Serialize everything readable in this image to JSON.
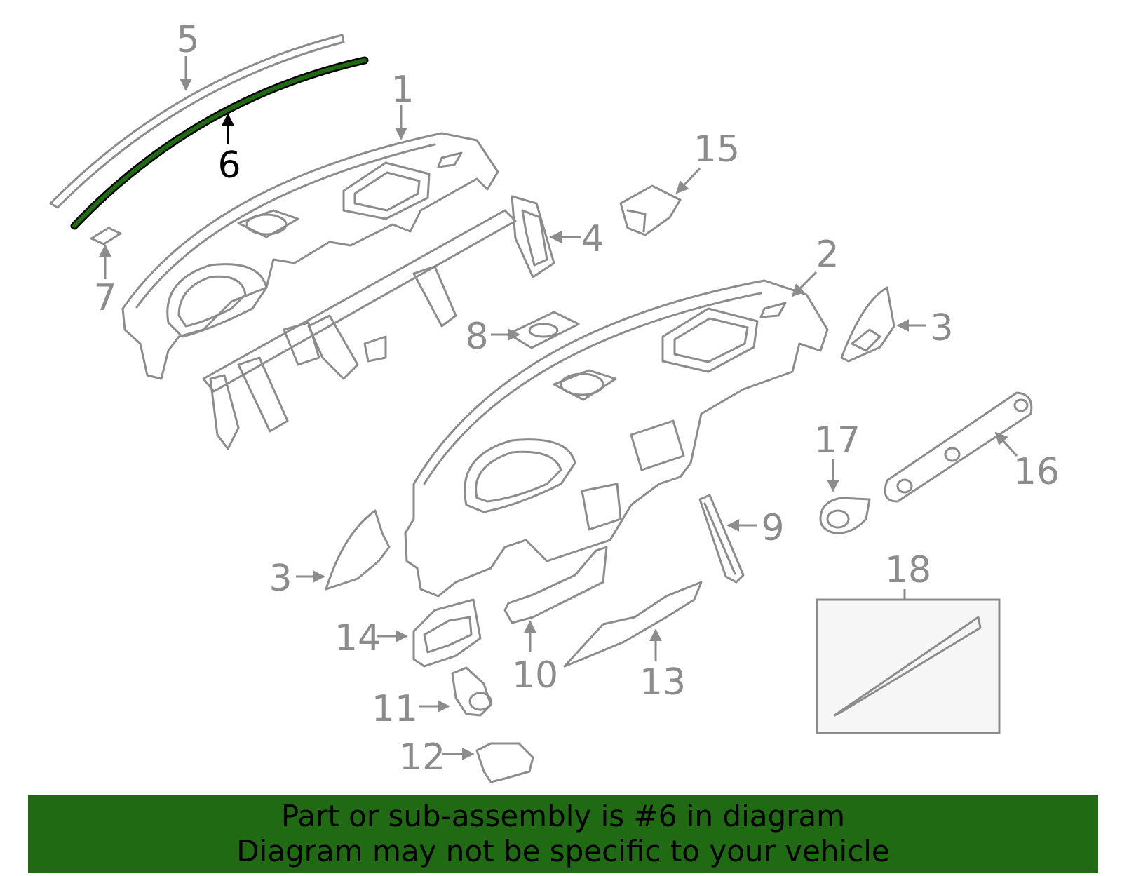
{
  "highlight_color": "#1f6a12",
  "callouts": {
    "c1": "1",
    "c2": "2",
    "c3a": "3",
    "c3b": "3",
    "c4": "4",
    "c5": "5",
    "c6": "6",
    "c7": "7",
    "c8": "8",
    "c9": "9",
    "c10": "10",
    "c11": "11",
    "c12": "12",
    "c13": "13",
    "c14": "14",
    "c15": "15",
    "c16": "16",
    "c17": "17",
    "c18": "18"
  },
  "banner": {
    "line1": "Part or sub-assembly is #6 in diagram",
    "line2": "Diagram may not be specific to your vehicle"
  }
}
